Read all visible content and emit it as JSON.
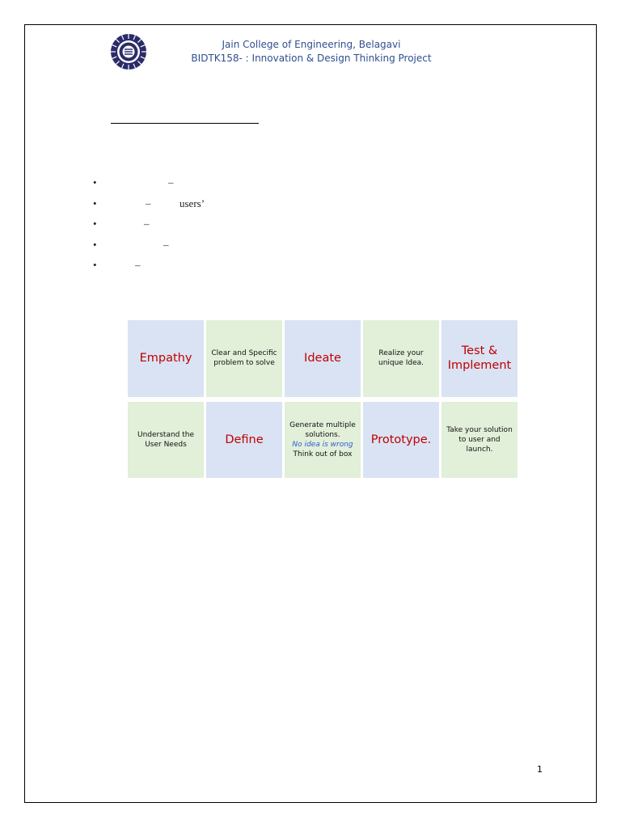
{
  "header": {
    "line1": "Jain College of Engineering, Belagavi",
    "line2": "BIDTK158- : Innovation & Design Thinking Project"
  },
  "bullets": [
    {
      "dash": "–",
      "extra": ""
    },
    {
      "dash": "–",
      "extra": "users’"
    },
    {
      "dash": "–",
      "extra": ""
    },
    {
      "dash": "–",
      "extra": ""
    },
    {
      "dash": "–",
      "extra": ""
    }
  ],
  "bullet_symbol": "•",
  "grid": {
    "row1": [
      {
        "text": "Empathy",
        "style": "big",
        "bg": "blue"
      },
      {
        "text": "Clear and Specific problem to solve",
        "style": "small",
        "bg": "green"
      },
      {
        "text": "Ideate",
        "style": "big",
        "bg": "blue"
      },
      {
        "text": "Realize your unique Idea.",
        "style": "small",
        "bg": "green"
      },
      {
        "text": "Test & Implement",
        "style": "big",
        "bg": "blue"
      }
    ],
    "row2": [
      {
        "text": "Understand the User Needs",
        "style": "small",
        "bg": "green"
      },
      {
        "text": "Define",
        "style": "big",
        "bg": "blue"
      },
      {
        "text": "Generate multiple solutions.",
        "italic": "No idea is wrong",
        "extra": "Think out of box",
        "style": "small",
        "bg": "green"
      },
      {
        "text": "Prototype.",
        "style": "big",
        "bg": "blue"
      },
      {
        "text": "Take your solution to user and launch.",
        "style": "small",
        "bg": "green"
      }
    ]
  },
  "page_number": "1",
  "colors": {
    "header_text": "#2f4f8f",
    "stage_text": "#c00000",
    "stage_bg": "#dae3f3",
    "desc_bg": "#e2efd9",
    "italic_note": "#2e5bd8"
  }
}
